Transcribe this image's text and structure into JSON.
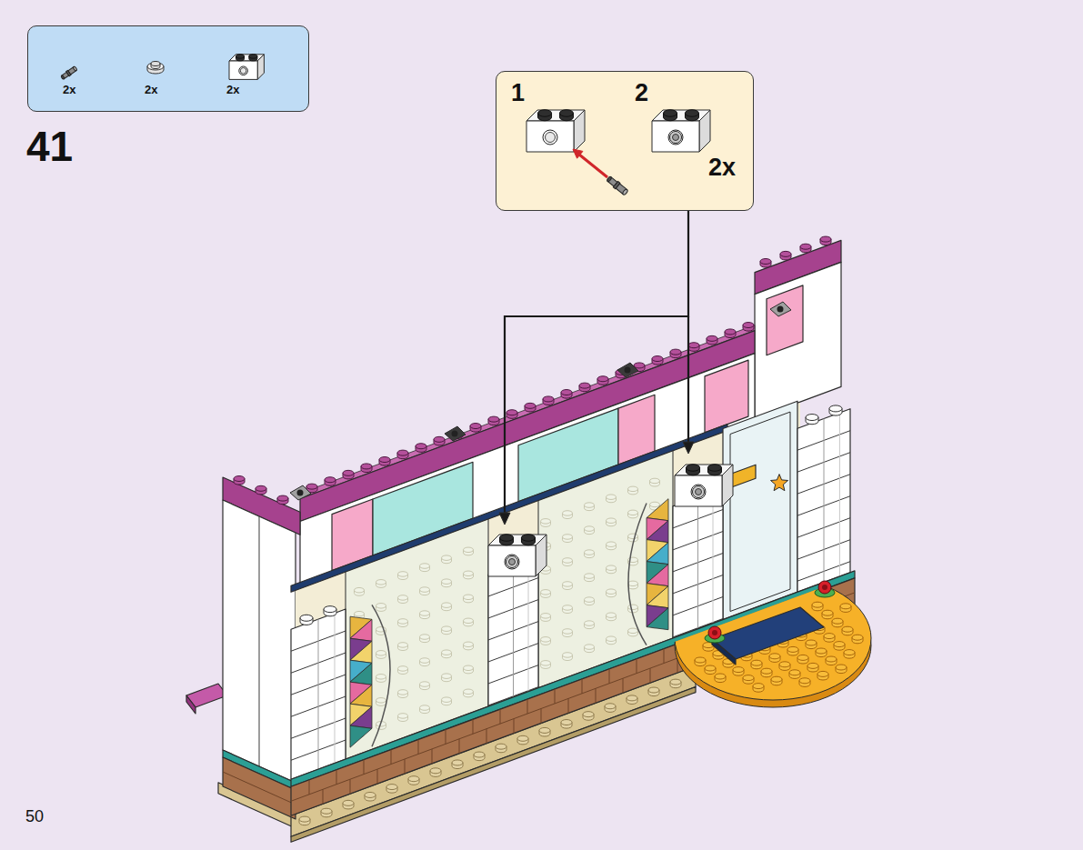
{
  "diagram": {
    "nodes": [
      {
        "text": [
          "2x",
          "2x",
          "2x"
        ]
      },
      {
        "text": [
          "1",
          "2",
          "2x"
        ]
      }
    ],
    "labels": [
      "41",
      "50"
    ]
  }
}
